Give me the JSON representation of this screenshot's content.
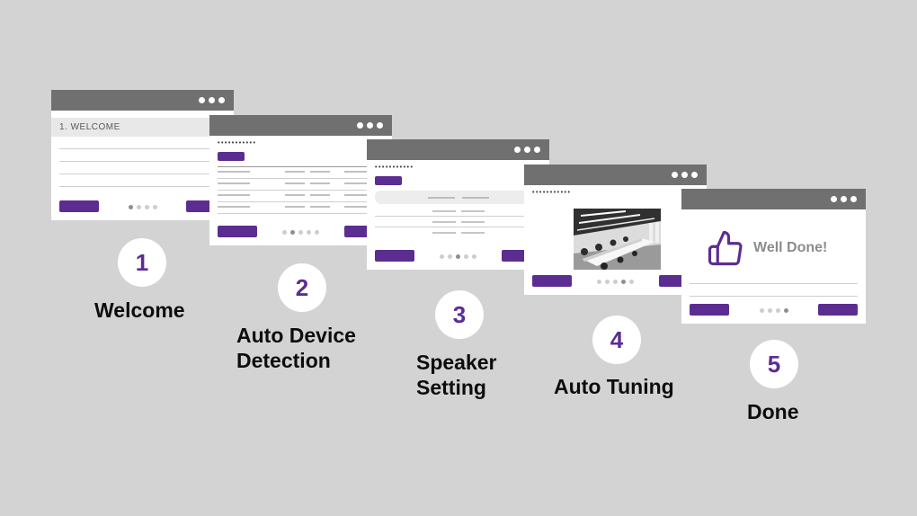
{
  "meta": {
    "description": "Five-step setup wizard overview diagram"
  },
  "colors": {
    "background": "#d3d3d3",
    "titlebar": "#707070",
    "accent": "#5c2d91",
    "step_number": "#5c2d91",
    "label_text": "#0d0d0d",
    "done_message_text": "#8c8c8c"
  },
  "steps": [
    {
      "number": "1",
      "label": "Welcome"
    },
    {
      "number": "2",
      "label": "Auto Device Detection"
    },
    {
      "number": "3",
      "label": "Speaker Setting"
    },
    {
      "number": "4",
      "label": "Auto Tuning"
    },
    {
      "number": "5",
      "label": "Done"
    }
  ],
  "windows": {
    "welcome": {
      "header": "1. WELCOME"
    },
    "auto_device_detection": {
      "placeholder": "•••••••••••"
    },
    "speaker_setting": {
      "placeholder": "•••••••••••"
    },
    "auto_tuning": {
      "placeholder": "•••••••••••"
    },
    "done": {
      "message": "Well Done!"
    }
  }
}
